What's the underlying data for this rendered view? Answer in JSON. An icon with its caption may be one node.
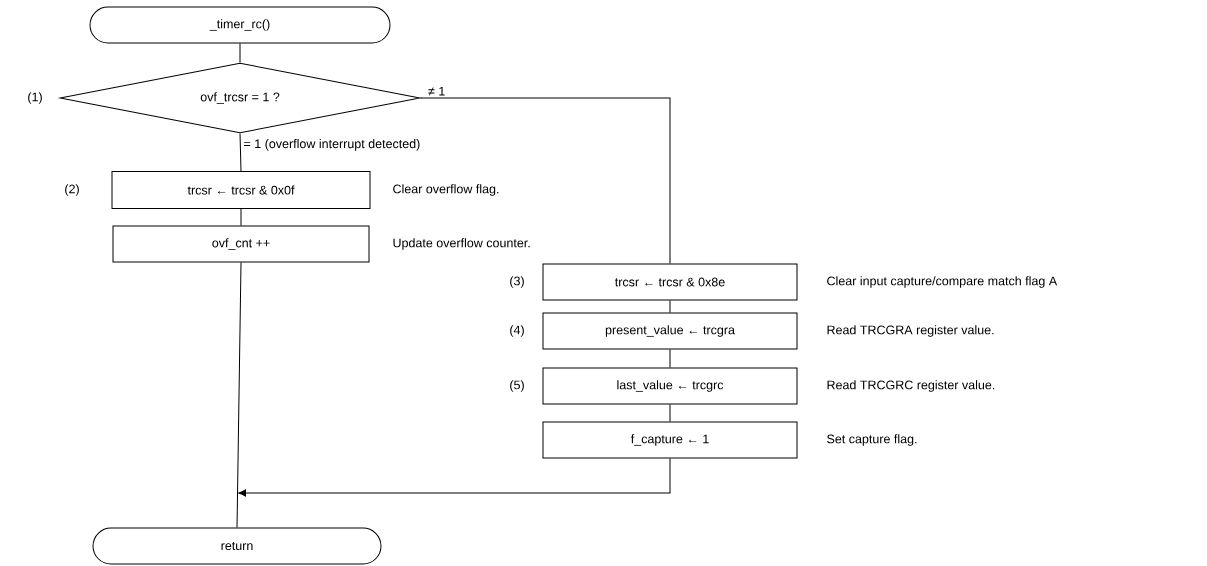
{
  "diagram": {
    "nodes": [
      {
        "text": [
          "_timer_rc()"
        ]
      },
      {
        "text": [
          "ovf_trcsr = 1 ?"
        ],
        "beside": [
          "(1)"
        ]
      },
      {
        "text": [
          "trcsr ← trcsr & 0x0f"
        ],
        "beside": [
          "(2)",
          "Clear overflow flag."
        ]
      },
      {
        "text": [
          "ovf_cnt ++"
        ],
        "beside": [
          "Update overflow counter."
        ]
      },
      {
        "text": [
          "trcsr ← trcsr & 0x8e"
        ],
        "beside": [
          "(3)",
          "Clear input capture/compare match flag A"
        ]
      },
      {
        "text": [
          "present_value ← trcgra"
        ],
        "beside": [
          "(4)",
          "Read TRCGRA register value."
        ]
      },
      {
        "text": [
          "last_value ← trcgrc"
        ],
        "beside": [
          "(5)",
          "Read TRCGRC register value."
        ]
      },
      {
        "text": [
          "f_capture ← 1"
        ],
        "beside": [
          "Set capture flag."
        ]
      },
      {
        "text": [
          "return"
        ]
      }
    ],
    "edges": [
      {
        "from": 0,
        "to": 1,
        "arrow": "none"
      },
      {
        "from": 1,
        "to": 2,
        "arrow": "none",
        "label": "= 1 (overflow interrupt detected)"
      },
      {
        "from": 2,
        "to": 3,
        "arrow": "none"
      },
      {
        "from": 3,
        "to": 8,
        "arrow": "none"
      },
      {
        "from": 1,
        "to": 4,
        "arrow": "none",
        "label": "≠ 1"
      },
      {
        "from": 4,
        "to": 5,
        "arrow": "none"
      },
      {
        "from": 5,
        "to": 6,
        "arrow": "none"
      },
      {
        "from": 6,
        "to": 7,
        "arrow": "none"
      },
      {
        "from": 7,
        "to": 8,
        "arrow": "to"
      }
    ]
  }
}
